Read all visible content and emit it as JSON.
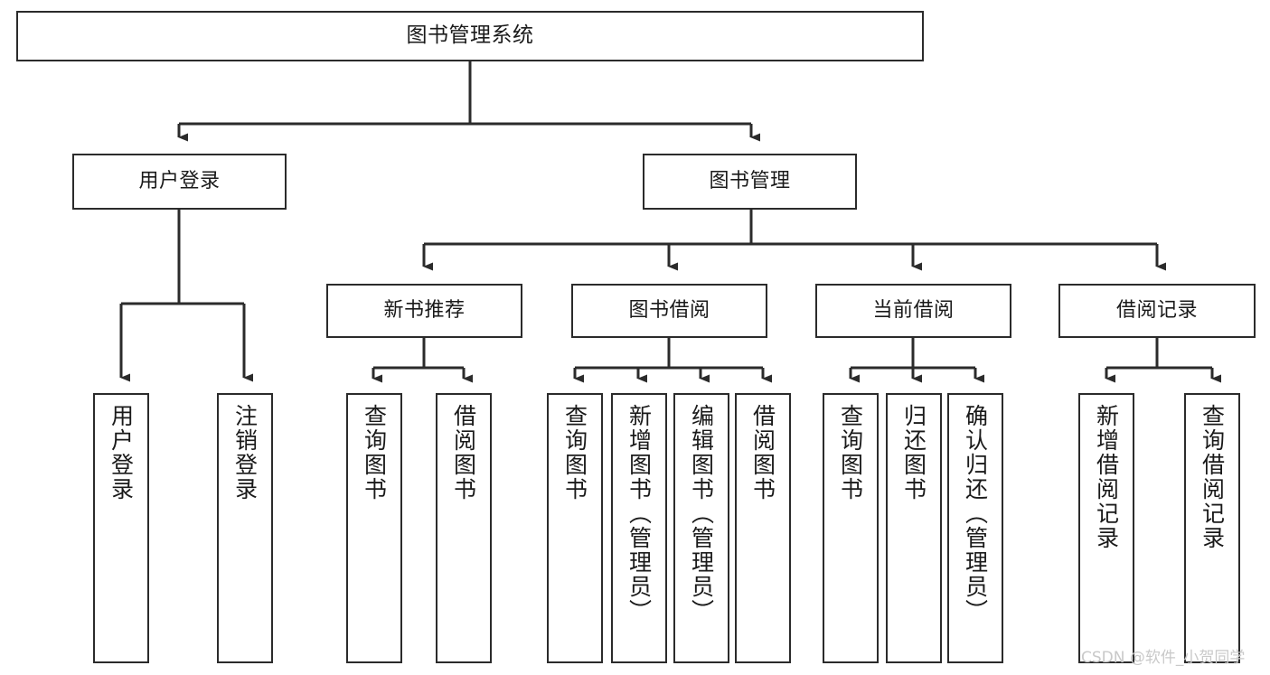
{
  "diagram": {
    "type": "tree",
    "title": "图书管理系统",
    "orientation": "top-down",
    "watermark": "CSDN @软件_小贺同学",
    "colors": {
      "box_border": "#2b2b2b",
      "box_fill": "#ffffff",
      "connector": "#2b2b2b",
      "text": "#1a1a1a",
      "watermark": "#c9c9c9"
    },
    "nodes": {
      "root": {
        "label": "图书管理系统"
      },
      "level2": [
        {
          "label": "用户登录"
        },
        {
          "label": "图书管理"
        }
      ],
      "level3": [
        {
          "label": "新书推荐"
        },
        {
          "label": "图书借阅"
        },
        {
          "label": "当前借阅"
        },
        {
          "label": "借阅记录"
        }
      ],
      "leaves": {
        "user_login": [
          {
            "label": "用户登录"
          },
          {
            "label": "注销登录"
          }
        ],
        "new_book_recommend": [
          {
            "label": "查询图书"
          },
          {
            "label": "借阅图书"
          }
        ],
        "book_borrow": [
          {
            "label": "查询图书"
          },
          {
            "label": "新增图书（管理员）"
          },
          {
            "label": "编辑图书（管理员）"
          },
          {
            "label": "借阅图书"
          }
        ],
        "current_borrow": [
          {
            "label": "查询图书"
          },
          {
            "label": "归还图书"
          },
          {
            "label": "确认归还（管理员）"
          }
        ],
        "borrow_record": [
          {
            "label": "新增借阅记录"
          },
          {
            "label": "查询借阅记录"
          }
        ]
      }
    }
  }
}
